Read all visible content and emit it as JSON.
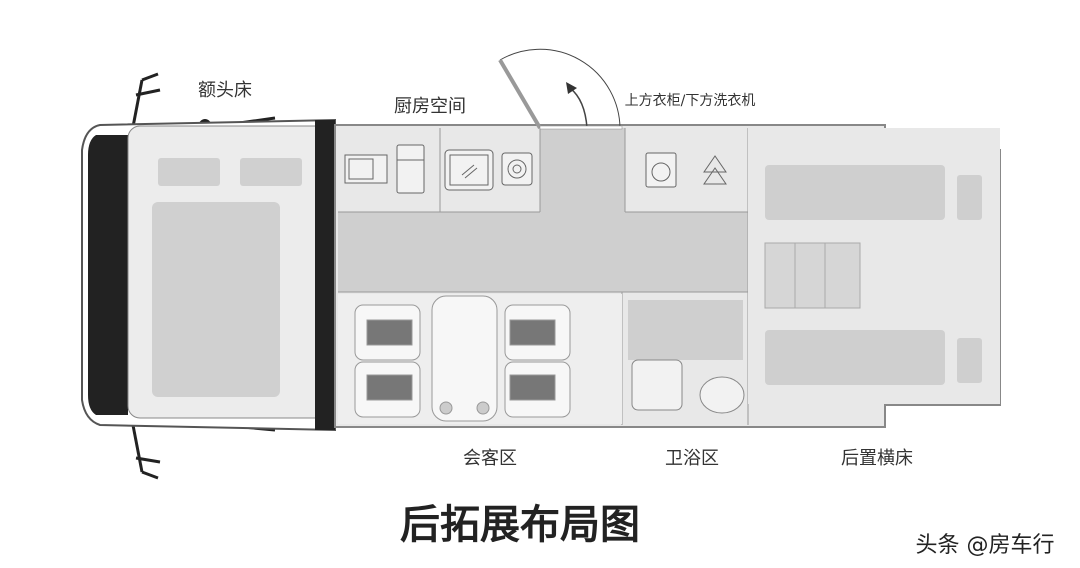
{
  "labels": {
    "overcab_bed": "额头床",
    "kitchen": "厨房空间",
    "wardrobe": "上方衣柜/下方洗衣机",
    "lounge": "会客区",
    "bathroom": "卫浴区",
    "rear_bed": "后置横床"
  },
  "title": "后拓展布局图",
  "watermark": "头条 @房车行",
  "colors": {
    "floor": "#cfcfcf",
    "furniture": "#e8e8e8",
    "outline": "#888888",
    "text": "#333333"
  }
}
